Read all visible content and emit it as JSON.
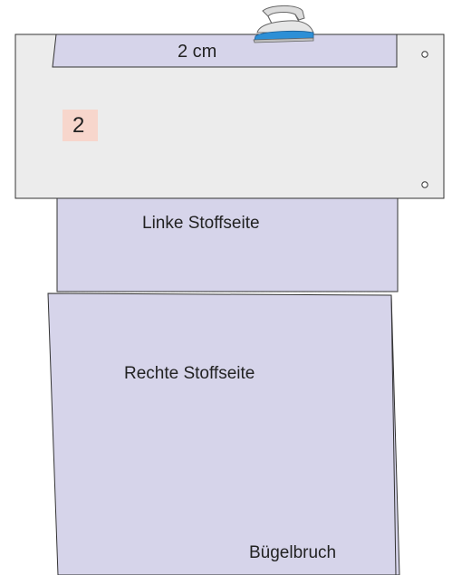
{
  "diagram": {
    "step_number": "2",
    "hem_label": "2 cm",
    "wrong_side_label": "Linke Stoffseite",
    "right_side_label": "Rechte Stoffseite",
    "fold_label": "Bügelbruch"
  },
  "icons": {
    "iron": "iron-icon",
    "hole": "punch-hole-icon"
  },
  "colors": {
    "fabric": "#d6d4ea",
    "card": "#ececec",
    "outline": "#333333",
    "step_badge": "#f7d6cc",
    "iron_blue": "#2d8fd6",
    "iron_body": "#dcdcdc"
  }
}
